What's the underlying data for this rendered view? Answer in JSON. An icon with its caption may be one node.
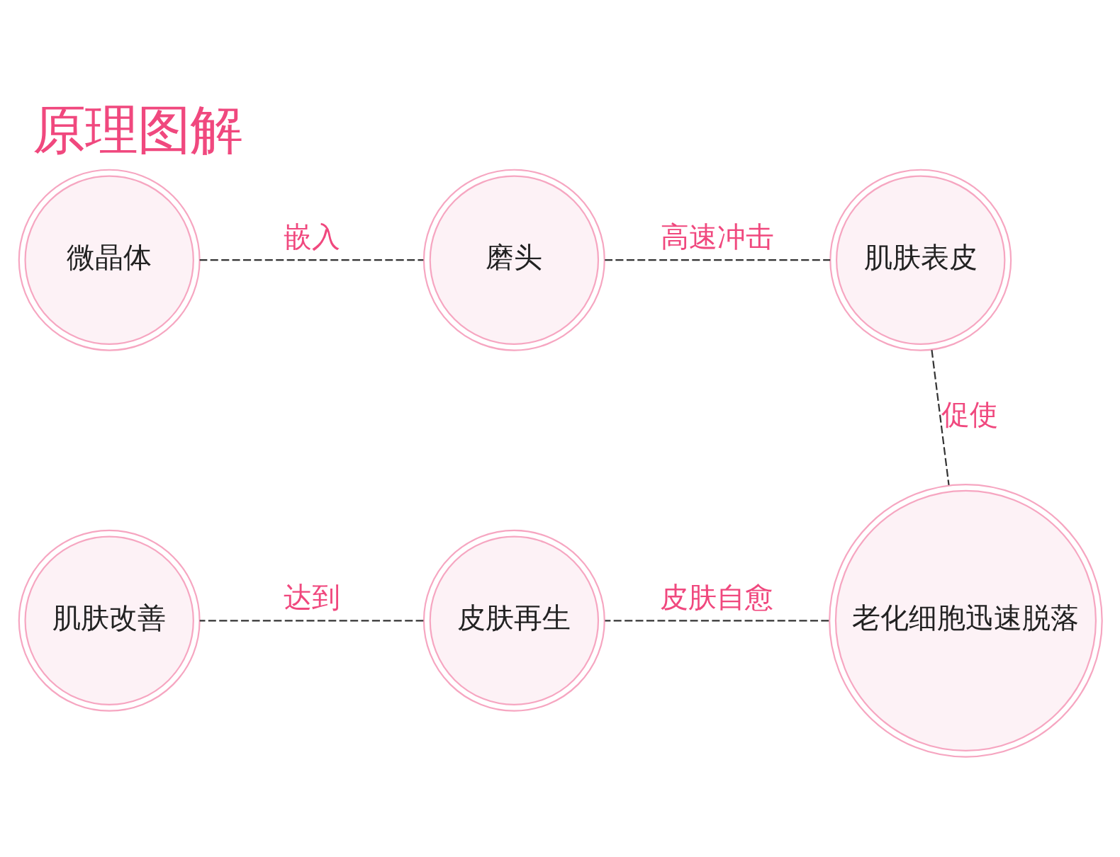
{
  "diagram": {
    "title": "原理图解",
    "nodes": [
      {
        "text": [
          "微晶体"
        ]
      },
      {
        "text": [
          "磨头"
        ]
      },
      {
        "text": [
          "肌肤表皮"
        ]
      },
      {
        "text": [
          "老化细胞迅速脱落"
        ]
      },
      {
        "text": [
          "皮肤再生"
        ]
      },
      {
        "text": [
          "肌肤改善"
        ]
      }
    ],
    "edges": [
      {
        "from": 0,
        "to": 1,
        "arrow": "none",
        "style": "dashed",
        "label": "嵌入"
      },
      {
        "from": 1,
        "to": 2,
        "arrow": "none",
        "style": "dashed",
        "label": "高速冲击"
      },
      {
        "from": 2,
        "to": 3,
        "arrow": "none",
        "style": "dashed",
        "label": "促使"
      },
      {
        "from": 3,
        "to": 4,
        "arrow": "none",
        "style": "dashed",
        "label": "皮肤自愈"
      },
      {
        "from": 4,
        "to": 5,
        "arrow": "none",
        "style": "dashed",
        "label": "达到"
      }
    ]
  }
}
